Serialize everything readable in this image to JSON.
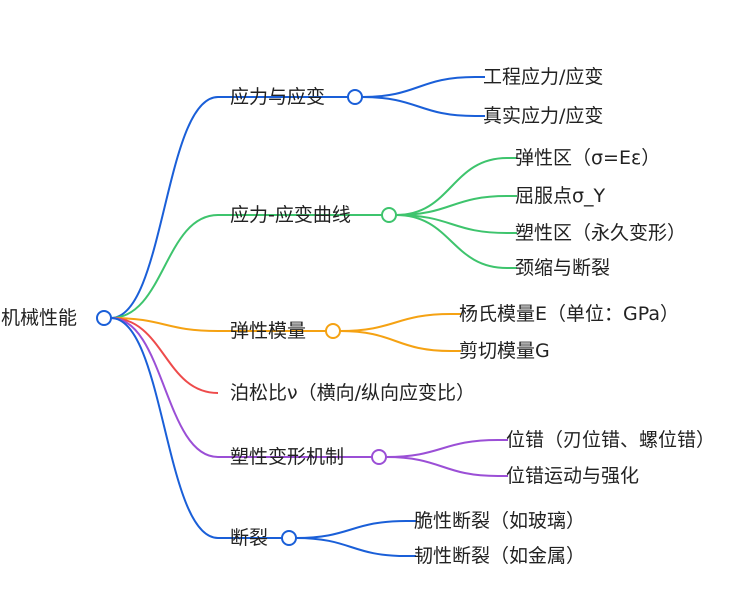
{
  "root": {
    "label": "机械性能"
  },
  "colors": {
    "blue": "#1a5fd8",
    "green": "#3ec46d",
    "orange": "#f5a213",
    "red": "#ee4b4b",
    "purple": "#9b4fd6"
  },
  "branches": [
    {
      "label": "应力与应变",
      "color": "blue",
      "children": [
        "工程应力/应变",
        "真实应力/应变"
      ]
    },
    {
      "label": "应力-应变曲线",
      "color": "green",
      "children": [
        "弹性区（σ=Eε）",
        "屈服点σ_Y",
        "塑性区（永久变形）",
        "颈缩与断裂"
      ]
    },
    {
      "label": "弹性模量",
      "color": "orange",
      "children": [
        "杨氏模量E（单位：GPa）",
        "剪切模量G"
      ]
    },
    {
      "label": "泊松比ν（横向/纵向应变比）",
      "color": "red",
      "children": []
    },
    {
      "label": "塑性变形机制",
      "color": "purple",
      "children": [
        "位错（刃位错、螺位错）",
        "位错运动与强化"
      ]
    },
    {
      "label": "断裂",
      "color": "blue",
      "children": [
        "脆性断裂（如玻璃）",
        "韧性断裂（如金属）"
      ]
    }
  ]
}
